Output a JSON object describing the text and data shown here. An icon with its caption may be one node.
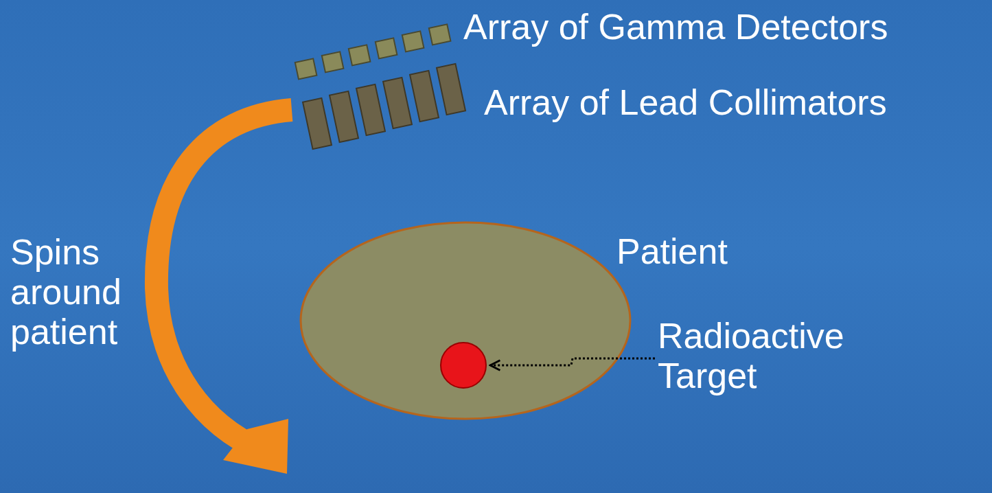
{
  "diagram": {
    "nodes": [
      {
        "text": [
          "Patient"
        ]
      },
      {
        "text": [],
        "shape": "circle",
        "in": 0
      },
      {
        "text": [
          "Radioactive Target"
        ]
      }
    ],
    "edges": [
      {
        "from": 2,
        "to": 1,
        "arrow": "to",
        "style": "dashed"
      }
    ],
    "labels": [
      "Array of Gamma Detectors",
      "Array of Lead Collimators",
      "Spins around patient"
    ]
  }
}
